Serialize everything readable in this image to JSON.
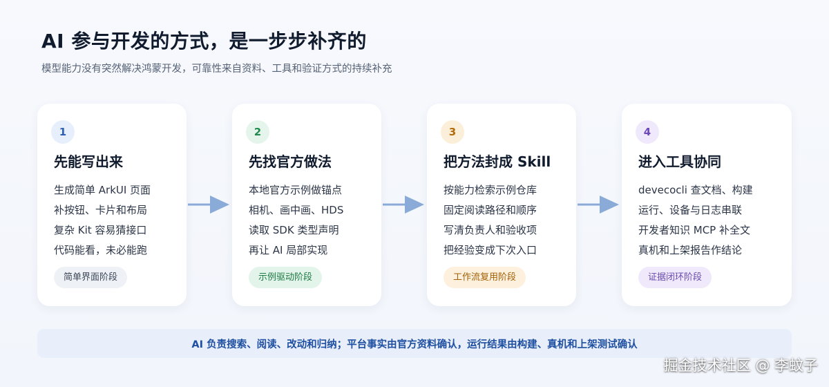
{
  "header": {
    "title": "AI 参与开发的方式，是一步步补齐的",
    "subtitle": "模型能力没有突然解决鸿蒙开发，可靠性来自资料、工具和验证方式的持续补充"
  },
  "stages": [
    {
      "number": "1",
      "title": "先能写出来",
      "lines": [
        "生成简单 ArkUI 页面",
        "补按钮、卡片和布局",
        "复杂 Kit 容易猜接口",
        "代码能看，未必能跑"
      ],
      "tag": "简单界面阶段",
      "colors": {
        "badge_bg": "#e8effc",
        "badge_fg": "#2e5fb4",
        "tag_bg": "#eef1f6",
        "tag_fg": "#3c4656"
      }
    },
    {
      "number": "2",
      "title": "先找官方做法",
      "lines": [
        "本地官方示例做锚点",
        "相机、画中画、HDS",
        "读取 SDK 类型声明",
        "再让 AI 局部实现"
      ],
      "tag": "示例驱动阶段",
      "colors": {
        "badge_bg": "#e5f5ec",
        "badge_fg": "#1f8a4c",
        "tag_bg": "#e3f4ea",
        "tag_fg": "#1d7a45"
      }
    },
    {
      "number": "3",
      "title": "把方法封成 Skill",
      "lines": [
        "按能力检索示例仓库",
        "固定阅读路径和顺序",
        "写清负责人和验收项",
        "把经验变成下次入口"
      ],
      "tag": "工作流复用阶段",
      "colors": {
        "badge_bg": "#fcefd9",
        "badge_fg": "#b36b09",
        "tag_bg": "#fdf0dc",
        "tag_fg": "#a25f06"
      }
    },
    {
      "number": "4",
      "title": "进入工具协同",
      "lines": [
        "devecocli 查文档、构建",
        "运行、设备与日志串联",
        "开发者知识 MCP 补全文",
        "真机和上架报告作结论"
      ],
      "tag": "证据闭环阶段",
      "colors": {
        "badge_bg": "#efe9fb",
        "badge_fg": "#6c49b8",
        "tag_bg": "#efe9fb",
        "tag_fg": "#6a4ab0"
      }
    }
  ],
  "footer": {
    "note": "AI 负责搜索、阅读、改动和归纳；平台事实由官方资料确认，运行结果由构建、真机和上架测试确认"
  },
  "watermark": "掘金技术社区 @ 李蚊子",
  "arrow_color": "#8aaad8"
}
